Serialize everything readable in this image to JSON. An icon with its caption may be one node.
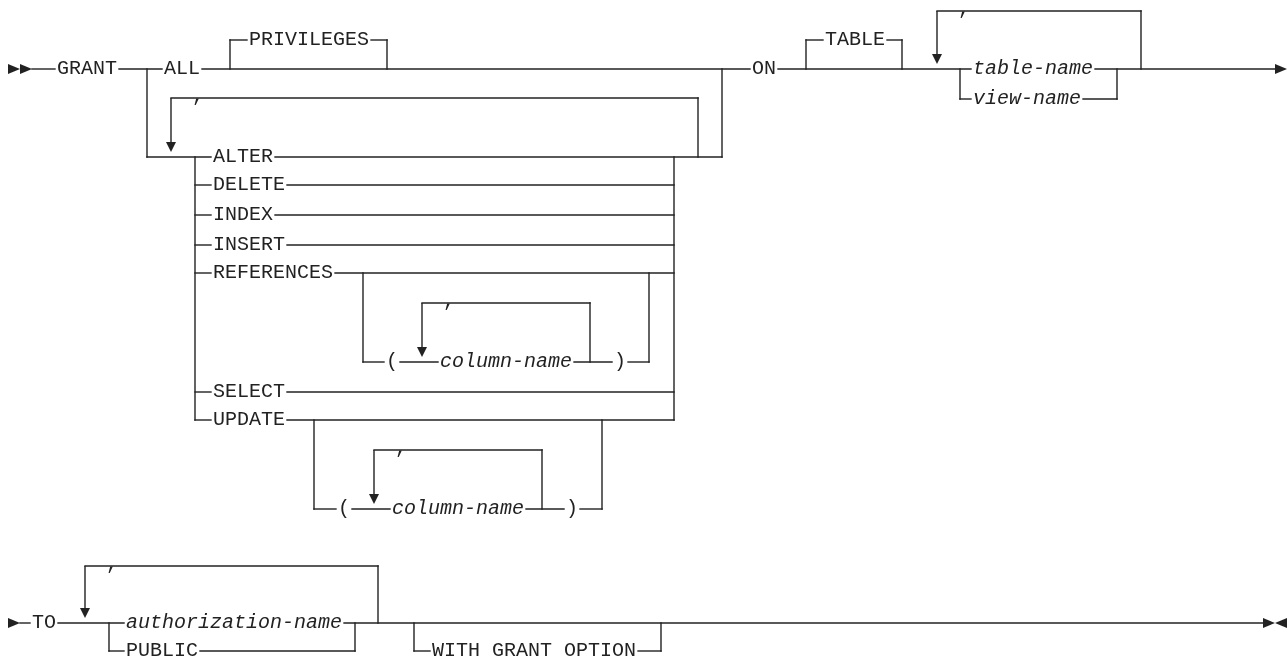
{
  "diagram": {
    "labels": [
      "GRANT",
      "PRIVILEGES",
      "ALL",
      ",",
      "ALTER",
      "DELETE",
      "INDEX",
      "INSERT",
      "REFERENCES",
      ",",
      "(",
      "column-name",
      ")",
      "SELECT",
      "UPDATE",
      ",",
      "(",
      "column-name",
      ")",
      "ON",
      "TABLE",
      ",",
      "table-name",
      "view-name",
      "TO",
      ",",
      "authorization-name",
      "PUBLIC",
      "WITH GRANT OPTION"
    ]
  }
}
